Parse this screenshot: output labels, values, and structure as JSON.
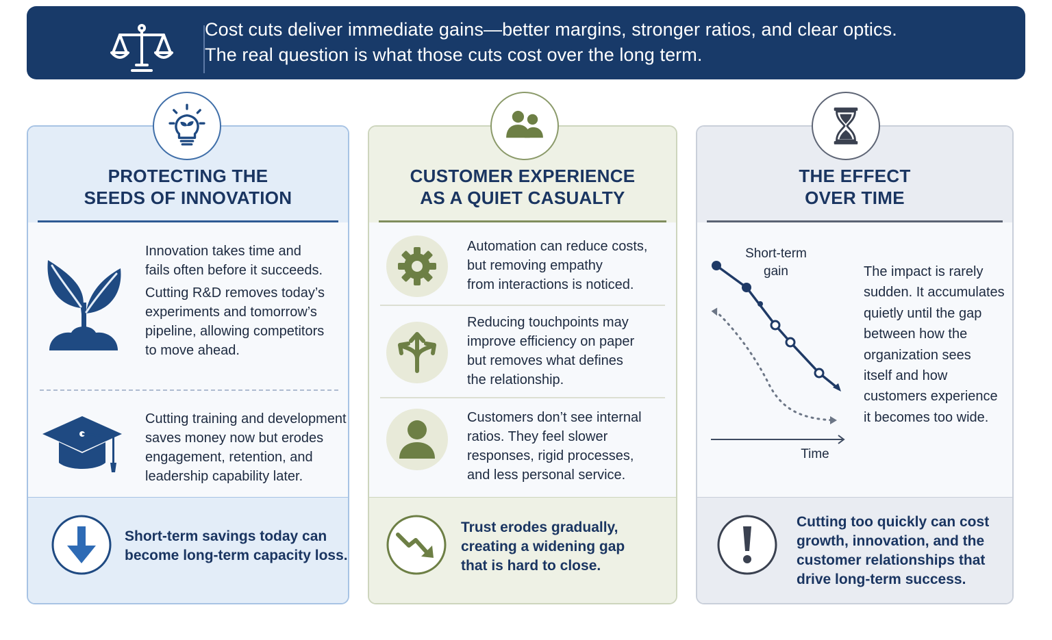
{
  "banner": {
    "icon": "balance-scale-icon",
    "line1": "Cost cuts deliver immediate gains—better margins, stronger ratios, and clear optics.",
    "line2": "The real question is what those cuts cost over the long term."
  },
  "cards": [
    {
      "icon": "lightbulb-sprout-icon",
      "title_line1": "PROTECTING THE",
      "title_line2": "SEEDS OF INNOVATION",
      "items": [
        {
          "icon": "sprout-icon",
          "lines": [
            "Innovation takes time and",
            "fails often before it succeeds.",
            "Cutting R&D removes today’s",
            "experiments and tomorrow’s",
            "pipeline, allowing competitors",
            "to move ahead."
          ]
        },
        {
          "icon": "graduation-cap-icon",
          "lines": [
            "Cutting training and development",
            "saves money now but erodes",
            "engagement, retention, and",
            "leadership capability later."
          ]
        }
      ],
      "footer": {
        "icon": "arrow-down-icon",
        "lines": [
          "Short-term savings today can",
          "become long-term capacity loss."
        ]
      },
      "accent": "#1f4a82"
    },
    {
      "icon": "people-icon",
      "title_line1": "CUSTOMER EXPERIENCE",
      "title_line2": "AS A QUIET CASUALTY",
      "items": [
        {
          "icon": "gear-icon",
          "lines": [
            "Automation can reduce costs,",
            "but removing empathy",
            "from interactions is noticed."
          ]
        },
        {
          "icon": "split-arrows-icon",
          "lines": [
            "Reducing touchpoints may",
            "improve efficiency on paper",
            "but removes what defines",
            "the relationship."
          ]
        },
        {
          "icon": "person-icon",
          "lines": [
            "Customers don’t see internal",
            "ratios. They feel slower",
            "responses, rigid processes,",
            "and less personal service."
          ]
        }
      ],
      "footer": {
        "icon": "trend-down-icon",
        "lines": [
          "Trust erodes gradually,",
          "creating a widening gap",
          "that is hard to close."
        ]
      },
      "accent": "#6d7f45"
    },
    {
      "icon": "hourglass-icon",
      "title_line1": "THE EFFECT",
      "title_line2": "OVER TIME",
      "chart": {
        "label_top_1": "Short-term",
        "label_top_2": "gain",
        "axis_label": "Time"
      },
      "paragraph": [
        "The impact is rarely",
        "sudden. It accumulates",
        "quietly until the gap",
        "between how the",
        "organization sees",
        "itself and how",
        "customers experience",
        "it becomes too wide."
      ],
      "footer": {
        "icon": "exclamation-icon",
        "lines": [
          "Cutting too quickly can cost",
          "growth, innovation, and the",
          "customer relationships that",
          "drive long-term success."
        ]
      },
      "accent": "#1f3a66"
    }
  ]
}
